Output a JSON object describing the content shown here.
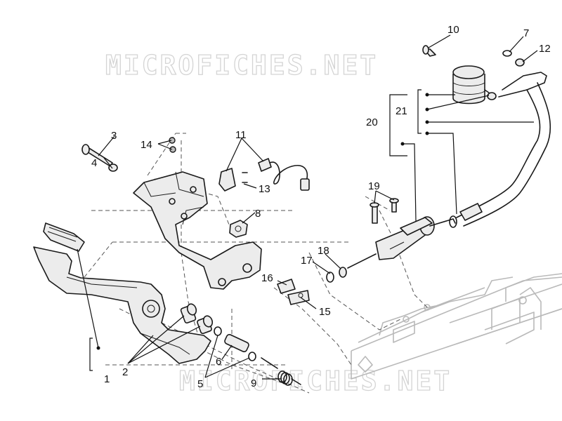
{
  "watermark": {
    "text": "MICROFICHES.NET"
  },
  "callouts": {
    "c1": "1",
    "c2": "2",
    "c3": "3",
    "c4": "4",
    "c5": "5",
    "c6": "6",
    "c7": "7",
    "c8": "8",
    "c9": "9",
    "c10": "10",
    "c11": "11",
    "c12": "12",
    "c13": "13",
    "c14": "14",
    "c15": "15",
    "c16": "16",
    "c17": "17",
    "c18": "18",
    "c19": "19",
    "c20": "20",
    "c21": "21"
  },
  "colors": {
    "line": "#1a1a1a",
    "frame": "#b9b9b9",
    "watermark": "#d4d4d4"
  }
}
